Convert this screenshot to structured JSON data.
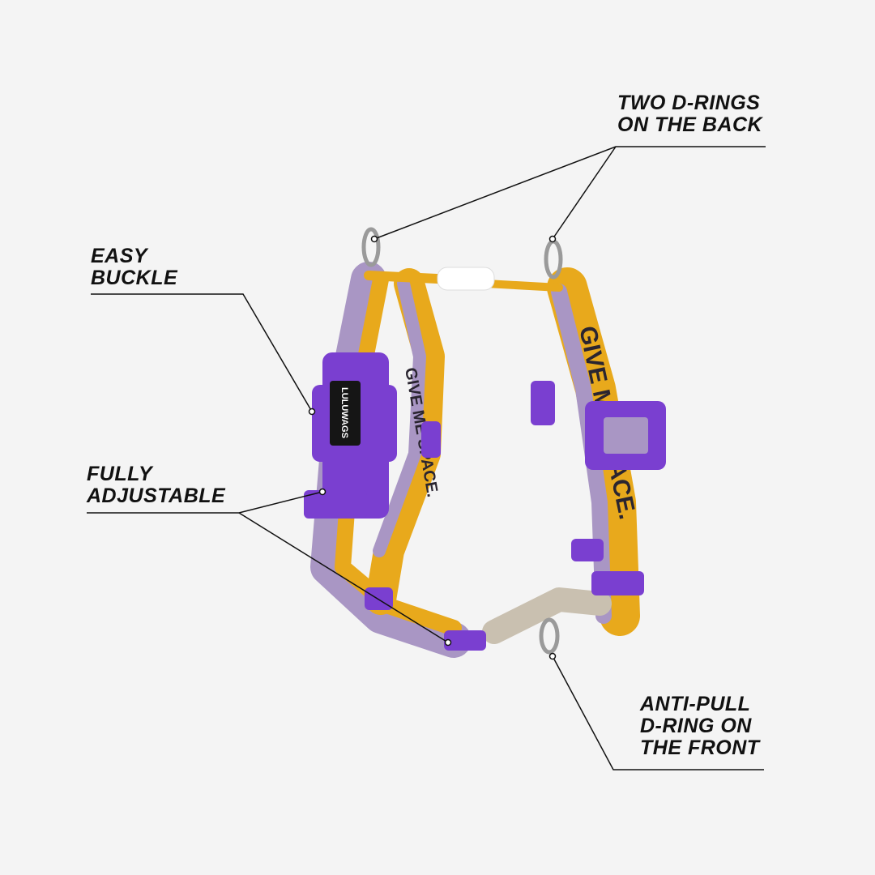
{
  "callouts": {
    "d_rings": {
      "line1": "TWO D-RINGS",
      "line2": "ON THE BACK"
    },
    "buckle": {
      "line1": "EASY",
      "line2": "BUCKLE"
    },
    "adjustable": {
      "line1": "FULLY",
      "line2": "ADJUSTABLE"
    },
    "front_ring": {
      "line1": "ANTI-PULL",
      "line2": "D-RING ON",
      "line3": "THE FRONT"
    }
  },
  "product": {
    "buckle_brand": "LULUWAGS",
    "strap_print": "GIVE ME SPACE."
  },
  "colors": {
    "background": "#f4f4f4",
    "strap_yellow": "#e8a91c",
    "strap_lavender": "#a996c4",
    "buckle_purple": "#7a3fd0",
    "ring_metal": "#9a9a9a"
  }
}
